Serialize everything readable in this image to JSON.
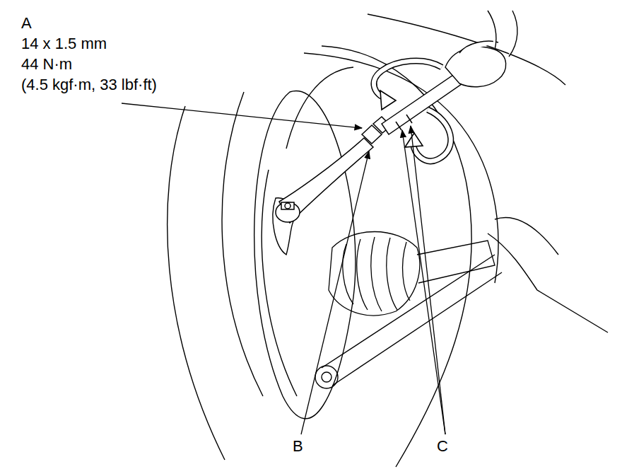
{
  "diagram": {
    "labels": [
      "A",
      "14 x 1.5 mm",
      "44 N·m",
      "(4.5 kgf·m, 33 lbf·ft)",
      "B",
      "C"
    ]
  }
}
